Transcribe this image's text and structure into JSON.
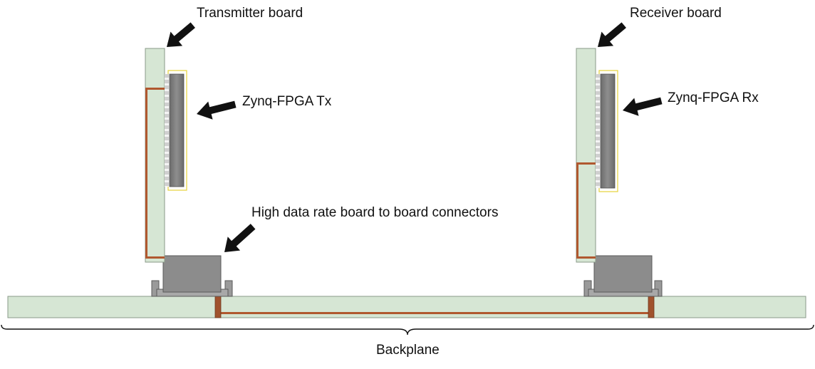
{
  "labels": {
    "transmitter": "Transmitter board",
    "receiver": "Receiver board",
    "fpga_tx": "Zynq-FPGA Tx",
    "fpga_rx": "Zynq-FPGA Rx",
    "connectors": "High data rate board to board connectors",
    "backplane": "Backplane"
  },
  "colors": {
    "board": "#d6e6d4",
    "board_edge": "#8a9a88",
    "trace": "#b0582f",
    "connector": "#8c8c8c",
    "connector_edge": "#5a5a5a",
    "chip": "#7f7f7f",
    "chip_outline": "#e6d23a",
    "arrow": "#111111"
  }
}
